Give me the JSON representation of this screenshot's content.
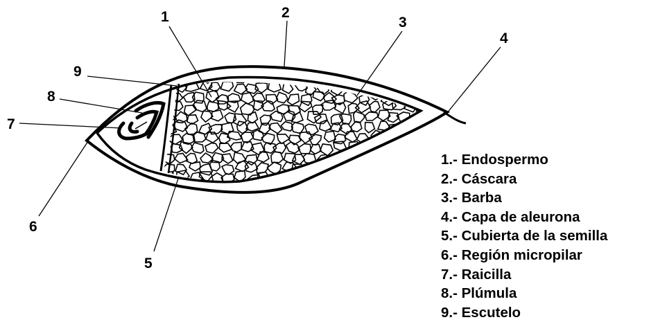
{
  "diagram": {
    "callout_numbers": [
      "1",
      "2",
      "3",
      "4",
      "5",
      "6",
      "7",
      "8",
      "9"
    ],
    "legend": [
      "1.- Endospermo",
      "2.- Cáscara",
      "3.- Barba",
      "4.- Capa de aleurona",
      "5.- Cubierta de la semilla",
      "6.- Región micropilar",
      "7.- Raicilla",
      "8.- Plúmula",
      "9.- Escutelo"
    ]
  },
  "colors": {
    "ink": "#000000",
    "background": "#ffffff"
  }
}
